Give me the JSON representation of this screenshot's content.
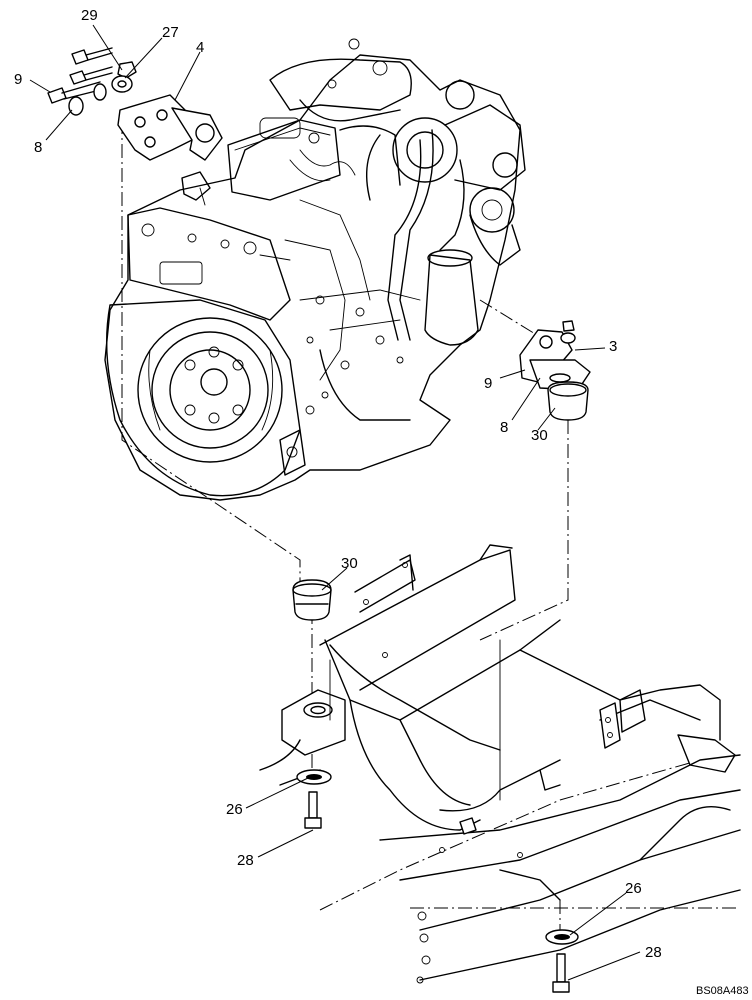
{
  "figure_code": "BS08A483",
  "callouts": [
    {
      "id": "c29",
      "text": "29"
    },
    {
      "id": "c27",
      "text": "27"
    },
    {
      "id": "c4",
      "text": "4"
    },
    {
      "id": "c9a",
      "text": "9"
    },
    {
      "id": "c8a",
      "text": "8"
    },
    {
      "id": "c3",
      "text": "3"
    },
    {
      "id": "c9b",
      "text": "9"
    },
    {
      "id": "c8b",
      "text": "8"
    },
    {
      "id": "c30a",
      "text": "30"
    },
    {
      "id": "c30b",
      "text": "30"
    },
    {
      "id": "c26a",
      "text": "26"
    },
    {
      "id": "c28a",
      "text": "28"
    },
    {
      "id": "c26b",
      "text": "26"
    },
    {
      "id": "c28b",
      "text": "28"
    }
  ]
}
